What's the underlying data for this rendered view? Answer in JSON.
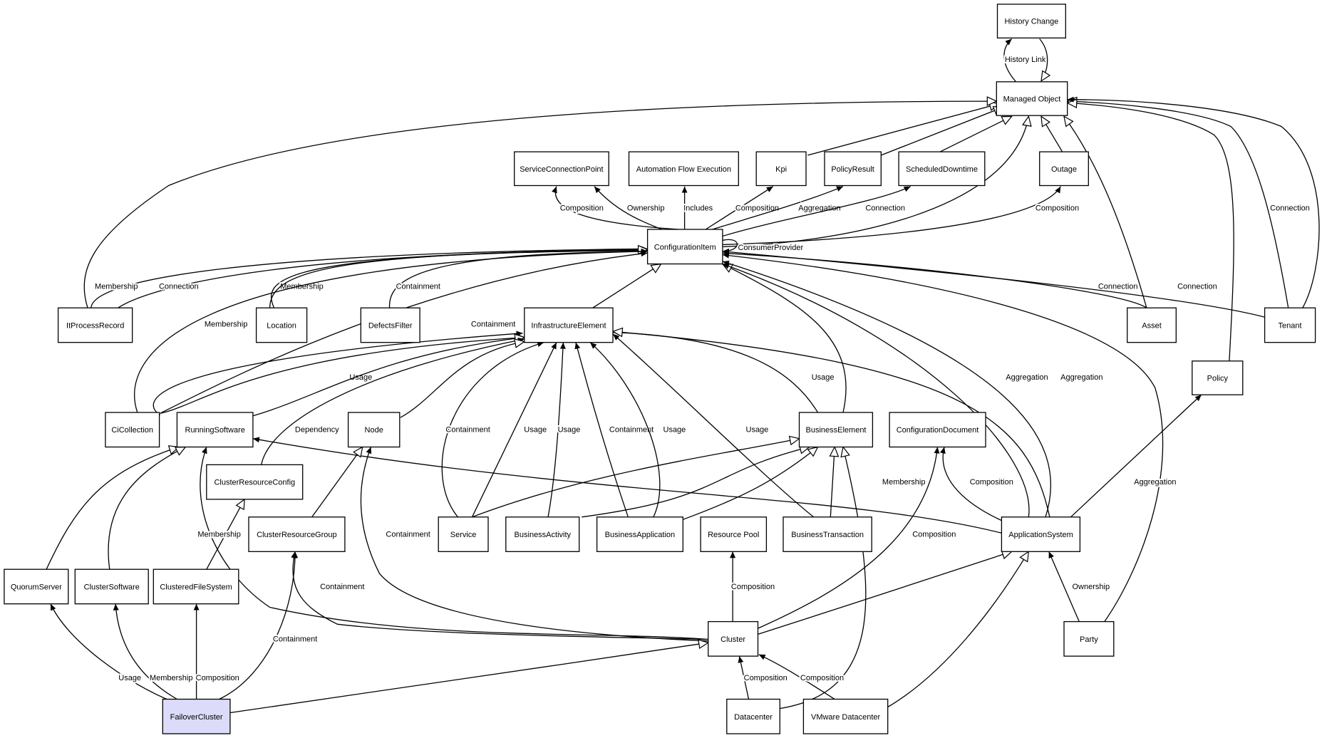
{
  "colors": {
    "background": "#ffffff",
    "stroke": "#000000",
    "highlight_fill": "#dcdcfa"
  },
  "nodes": [
    {
      "id": "history_change",
      "label": "History Change"
    },
    {
      "id": "managed_object",
      "label": "Managed Object"
    },
    {
      "id": "service_connection_point",
      "label": "ServiceConnectionPoint"
    },
    {
      "id": "automation_flow_execution",
      "label": "Automation Flow Execution"
    },
    {
      "id": "kpi",
      "label": "Kpi"
    },
    {
      "id": "policy_result",
      "label": "PolicyResult"
    },
    {
      "id": "scheduled_downtime",
      "label": "ScheduledDowntime"
    },
    {
      "id": "outage",
      "label": "Outage"
    },
    {
      "id": "configuration_item",
      "label": "ConfigurationItem"
    },
    {
      "id": "it_process_record",
      "label": "ItProcessRecord"
    },
    {
      "id": "location",
      "label": "Location"
    },
    {
      "id": "defects_filter",
      "label": "DefectsFilter"
    },
    {
      "id": "infrastructure_element",
      "label": "InfrastructureElement"
    },
    {
      "id": "asset",
      "label": "Asset"
    },
    {
      "id": "tenant",
      "label": "Tenant"
    },
    {
      "id": "policy",
      "label": "Policy"
    },
    {
      "id": "ci_collection",
      "label": "CiCollection"
    },
    {
      "id": "running_software",
      "label": "RunningSoftware"
    },
    {
      "id": "node",
      "label": "Node"
    },
    {
      "id": "business_element",
      "label": "BusinessElement"
    },
    {
      "id": "configuration_document",
      "label": "ConfigurationDocument"
    },
    {
      "id": "cluster_resource_config",
      "label": "ClusterResourceConfig"
    },
    {
      "id": "cluster_resource_group",
      "label": "ClusterResourceGroup"
    },
    {
      "id": "service",
      "label": "Service"
    },
    {
      "id": "business_activity",
      "label": "BusinessActivity"
    },
    {
      "id": "business_application",
      "label": "BusinessApplication"
    },
    {
      "id": "resource_pool",
      "label": "Resource Pool"
    },
    {
      "id": "business_transaction",
      "label": "BusinessTransaction"
    },
    {
      "id": "application_system",
      "label": "ApplicationSystem"
    },
    {
      "id": "quorum_server",
      "label": "QuorumServer"
    },
    {
      "id": "cluster_software",
      "label": "ClusterSoftware"
    },
    {
      "id": "clustered_file_system",
      "label": "ClusteredFileSystem"
    },
    {
      "id": "cluster",
      "label": "Cluster"
    },
    {
      "id": "party",
      "label": "Party"
    },
    {
      "id": "failover_cluster",
      "label": "FailoverCluster"
    },
    {
      "id": "datacenter",
      "label": "Datacenter"
    },
    {
      "id": "vmware_datacenter",
      "label": "VMware Datacenter"
    }
  ],
  "edges": [
    {
      "from": "managed_object",
      "to": "history_change",
      "label": "History Link",
      "arrow": "filled"
    },
    {
      "from": "history_change",
      "to": "managed_object",
      "label": "",
      "arrow": "hollow"
    },
    {
      "from": "configuration_item",
      "to": "managed_object",
      "label": "",
      "arrow": "hollow"
    },
    {
      "from": "kpi",
      "to": "managed_object",
      "label": "",
      "arrow": "hollow"
    },
    {
      "from": "policy_result",
      "to": "managed_object",
      "label": "",
      "arrow": "hollow"
    },
    {
      "from": "scheduled_downtime",
      "to": "managed_object",
      "label": "",
      "arrow": "hollow"
    },
    {
      "from": "outage",
      "to": "managed_object",
      "label": "",
      "arrow": "hollow"
    },
    {
      "from": "it_process_record",
      "to": "managed_object",
      "label": "",
      "arrow": "hollow"
    },
    {
      "from": "asset",
      "to": "managed_object",
      "label": "",
      "arrow": "hollow"
    },
    {
      "from": "tenant",
      "to": "managed_object",
      "label": "",
      "arrow": "hollow"
    },
    {
      "from": "policy",
      "to": "managed_object",
      "label": "",
      "arrow": "hollow"
    },
    {
      "from": "tenant",
      "to": "managed_object",
      "label": "Connection",
      "arrow": "filled"
    },
    {
      "from": "configuration_item",
      "to": "service_connection_point",
      "label": "Composition",
      "arrow": "filled"
    },
    {
      "from": "configuration_item",
      "to": "service_connection_point",
      "label": "Ownership",
      "arrow": "filled"
    },
    {
      "from": "configuration_item",
      "to": "automation_flow_execution",
      "label": "Includes",
      "arrow": "filled"
    },
    {
      "from": "configuration_item",
      "to": "kpi",
      "label": "Composition",
      "arrow": "filled"
    },
    {
      "from": "configuration_item",
      "to": "policy_result",
      "label": "Aggregation",
      "arrow": "filled"
    },
    {
      "from": "configuration_item",
      "to": "scheduled_downtime",
      "label": "Connection",
      "arrow": "filled"
    },
    {
      "from": "configuration_item",
      "to": "outage",
      "label": "Composition",
      "arrow": "filled"
    },
    {
      "from": "configuration_item",
      "to": "configuration_item",
      "label": "ConsumerProvider",
      "arrow": "filled"
    },
    {
      "from": "it_process_record",
      "to": "configuration_item",
      "label": "Membership",
      "arrow": "filled"
    },
    {
      "from": "it_process_record",
      "to": "configuration_item",
      "label": "Connection",
      "arrow": "filled"
    },
    {
      "from": "location",
      "to": "configuration_item",
      "label": "Membership",
      "arrow": "filled"
    },
    {
      "from": "location",
      "to": "configuration_item",
      "label": "",
      "arrow": "hollow"
    },
    {
      "from": "defects_filter",
      "to": "configuration_item",
      "label": "Containment",
      "arrow": "filled"
    },
    {
      "from": "ci_collection",
      "to": "configuration_item",
      "label": "Membership",
      "arrow": "filled"
    },
    {
      "from": "ci_collection",
      "to": "configuration_item",
      "label": "Containment",
      "arrow": "filled"
    },
    {
      "from": "infrastructure_element",
      "to": "configuration_item",
      "label": "",
      "arrow": "hollow"
    },
    {
      "from": "asset",
      "to": "configuration_item",
      "label": "Connection",
      "arrow": "filled"
    },
    {
      "from": "tenant",
      "to": "configuration_item",
      "label": "Connection",
      "arrow": "filled"
    },
    {
      "from": "business_element",
      "to": "configuration_item",
      "label": "",
      "arrow": "hollow"
    },
    {
      "from": "application_system",
      "to": "configuration_item",
      "label": "Aggregation",
      "arrow": "filled"
    },
    {
      "from": "application_system",
      "to": "configuration_item",
      "label": "Aggregation",
      "arrow": "filled"
    },
    {
      "from": "party",
      "to": "configuration_item",
      "label": "Aggregation",
      "arrow": "filled"
    },
    {
      "from": "ci_collection",
      "to": "infrastructure_element",
      "label": "Usage",
      "arrow": "filled"
    },
    {
      "from": "ci_collection",
      "to": "infrastructure_element",
      "label": "",
      "arrow": "hollow"
    },
    {
      "from": "running_software",
      "to": "infrastructure_element",
      "label": "",
      "arrow": "hollow"
    },
    {
      "from": "cluster_resource_config",
      "to": "infrastructure_element",
      "label": "Dependency",
      "arrow": "filled"
    },
    {
      "from": "node",
      "to": "infrastructure_element",
      "label": "",
      "arrow": "hollow"
    },
    {
      "from": "service",
      "to": "infrastructure_element",
      "label": "Containment",
      "arrow": "filled"
    },
    {
      "from": "service",
      "to": "infrastructure_element",
      "label": "Usage",
      "arrow": "filled"
    },
    {
      "from": "business_activity",
      "to": "infrastructure_element",
      "label": "Usage",
      "arrow": "filled"
    },
    {
      "from": "business_application",
      "to": "infrastructure_element",
      "label": "Containment",
      "arrow": "filled"
    },
    {
      "from": "business_application",
      "to": "infrastructure_element",
      "label": "Usage",
      "arrow": "filled"
    },
    {
      "from": "business_transaction",
      "to": "infrastructure_element",
      "label": "Usage",
      "arrow": "filled"
    },
    {
      "from": "business_element",
      "to": "infrastructure_element",
      "label": "Usage",
      "arrow": "filled"
    },
    {
      "from": "application_system",
      "to": "infrastructure_element",
      "label": "",
      "arrow": "hollow"
    },
    {
      "from": "application_system",
      "to": "running_software",
      "label": "Membership",
      "arrow": "filled"
    },
    {
      "from": "application_system",
      "to": "configuration_document",
      "label": "Composition",
      "arrow": "filled"
    },
    {
      "from": "application_system",
      "to": "policy",
      "label": "Aggregation",
      "arrow": "filled"
    },
    {
      "from": "party",
      "to": "application_system",
      "label": "Ownership",
      "arrow": "filled"
    },
    {
      "from": "service",
      "to": "business_element",
      "label": "",
      "arrow": "hollow"
    },
    {
      "from": "business_activity",
      "to": "business_element",
      "label": "",
      "arrow": "hollow"
    },
    {
      "from": "business_application",
      "to": "business_element",
      "label": "",
      "arrow": "hollow"
    },
    {
      "from": "business_transaction",
      "to": "business_element",
      "label": "",
      "arrow": "hollow"
    },
    {
      "from": "datacenter",
      "to": "business_element",
      "label": "",
      "arrow": "hollow"
    },
    {
      "from": "cluster_resource_group",
      "to": "node",
      "label": "",
      "arrow": "hollow"
    },
    {
      "from": "clustered_file_system",
      "to": "cluster_resource_config",
      "label": "",
      "arrow": "hollow"
    },
    {
      "from": "quorum_server",
      "to": "running_software",
      "label": "",
      "arrow": "hollow"
    },
    {
      "from": "cluster_software",
      "to": "running_software",
      "label": "",
      "arrow": "hollow"
    },
    {
      "from": "cluster",
      "to": "running_software",
      "label": "Membership",
      "arrow": "filled"
    },
    {
      "from": "cluster",
      "to": "node",
      "label": "Containment",
      "arrow": "filled"
    },
    {
      "from": "cluster",
      "to": "cluster_resource_group",
      "label": "Containment",
      "arrow": "filled"
    },
    {
      "from": "cluster",
      "to": "resource_pool",
      "label": "Composition",
      "arrow": "filled"
    },
    {
      "from": "cluster",
      "to": "configuration_document",
      "label": "Composition",
      "arrow": "filled"
    },
    {
      "from": "cluster",
      "to": "application_system",
      "label": "",
      "arrow": "hollow"
    },
    {
      "from": "vmware_datacenter",
      "to": "application_system",
      "label": "",
      "arrow": "hollow"
    },
    {
      "from": "failover_cluster",
      "to": "quorum_server",
      "label": "Usage",
      "arrow": "filled"
    },
    {
      "from": "failover_cluster",
      "to": "cluster_software",
      "label": "Membership",
      "arrow": "filled"
    },
    {
      "from": "failover_cluster",
      "to": "clustered_file_system",
      "label": "Composition",
      "arrow": "filled"
    },
    {
      "from": "failover_cluster",
      "to": "cluster_resource_group",
      "label": "Containment",
      "arrow": "filled"
    },
    {
      "from": "failover_cluster",
      "to": "cluster",
      "label": "",
      "arrow": "hollow"
    },
    {
      "from": "datacenter",
      "to": "cluster",
      "label": "Composition",
      "arrow": "filled"
    },
    {
      "from": "vmware_datacenter",
      "to": "cluster",
      "label": "Composition",
      "arrow": "filled"
    }
  ]
}
